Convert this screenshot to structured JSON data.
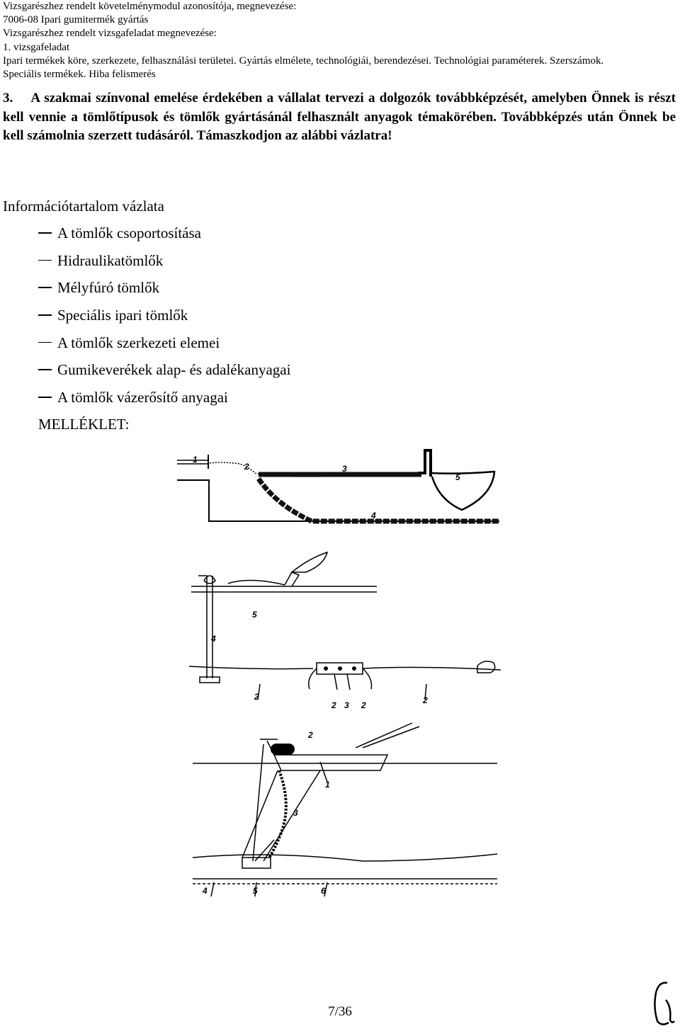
{
  "header": {
    "line1": "Vizsgarészhez rendelt követelménymodul azonosítója, megnevezése:",
    "line2": "7006-08 Ipari gumitermék gyártás",
    "line3": "Vizsgarészhez rendelt vizsgafeladat megnevezése:",
    "line4": "1. vizsgafeladat",
    "line5": "Ipari termékek köre, szerkezete, felhasználási területei. Gyártás elmélete, technológiái, berendezései. Technológiai paraméterek. Szerszámok.",
    "line6": "Speciális termékek. Hiba felismerés"
  },
  "task": {
    "text": "3.    A szakmai színvonal emelése érdekében a vállalat tervezi a dolgozók továbbképzését, amelyben Önnek is részt kell vennie a tömlőtípusok és tömlők gyártásánál felhasznált anyagok témakörében. Továbbképzés után Önnek be kell számolnia szerzett tudásáról. Támaszkodjon az alábbi vázlatra!"
  },
  "outline": {
    "title": "Információtartalom vázlata",
    "items": [
      "A tömlők csoportosítása",
      "Hidraulikatömlők",
      "Mélyfúró tömlők",
      "Speciális ipari tömlők",
      "A tömlők szerkezeti elemei",
      "Gumikeverékek alap- és adalékanyagai",
      "A tömlők vázerősítő anyagai"
    ]
  },
  "appendix_label": "MELLÉKLET:",
  "figure1": {
    "labels": [
      "1",
      "2",
      "3",
      "4",
      "5"
    ]
  },
  "figure2": {
    "labels": [
      "5",
      "4",
      "2",
      "2",
      "3",
      "2",
      "2"
    ]
  },
  "figure3": {
    "labels": [
      "2",
      "1",
      "3",
      "4",
      "5",
      "6"
    ]
  },
  "footer": {
    "page": "7/36"
  }
}
